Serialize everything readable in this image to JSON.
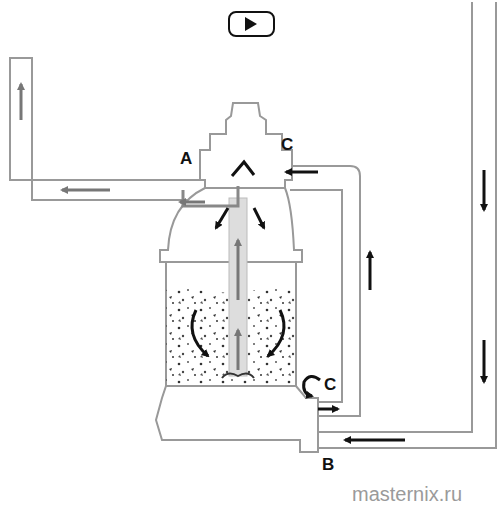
{
  "diagram": {
    "labels": [
      "A",
      "C",
      "C",
      "B",
      "masternix.ru"
    ]
  }
}
